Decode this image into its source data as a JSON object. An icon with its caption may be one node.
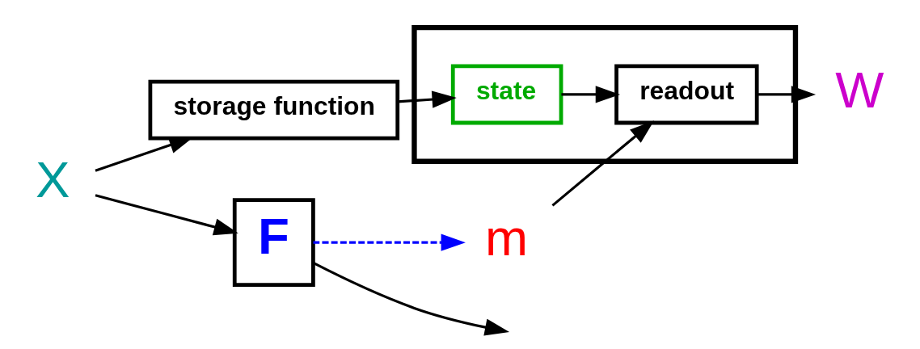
{
  "diagram": {
    "nodes": [
      {
        "text": [
          "X"
        ]
      },
      {
        "text": [
          "storage function"
        ]
      },
      {
        "text": [],
        "shape": "box"
      },
      {
        "text": [
          "state"
        ],
        "in": 2
      },
      {
        "text": [
          "readout"
        ],
        "in": 2
      },
      {
        "text": [
          "W"
        ]
      },
      {
        "text": [
          "F"
        ]
      },
      {
        "text": [
          "m"
        ]
      }
    ],
    "edges": [
      {
        "from": 0,
        "to": 1,
        "arrow": "to"
      },
      {
        "from": 0,
        "to": 6,
        "arrow": "to"
      },
      {
        "from": 1,
        "to": 3,
        "arrow": "to"
      },
      {
        "from": 3,
        "to": 4,
        "arrow": "to"
      },
      {
        "from": 4,
        "to": 5,
        "arrow": "to"
      },
      {
        "from": 7,
        "to": 4,
        "arrow": "to"
      },
      {
        "from": 6,
        "to": 7,
        "arrow": "to",
        "style": "dashed",
        "color": "#0000ff"
      },
      {
        "from": 6,
        "to": null,
        "arrow": "to"
      }
    ]
  }
}
